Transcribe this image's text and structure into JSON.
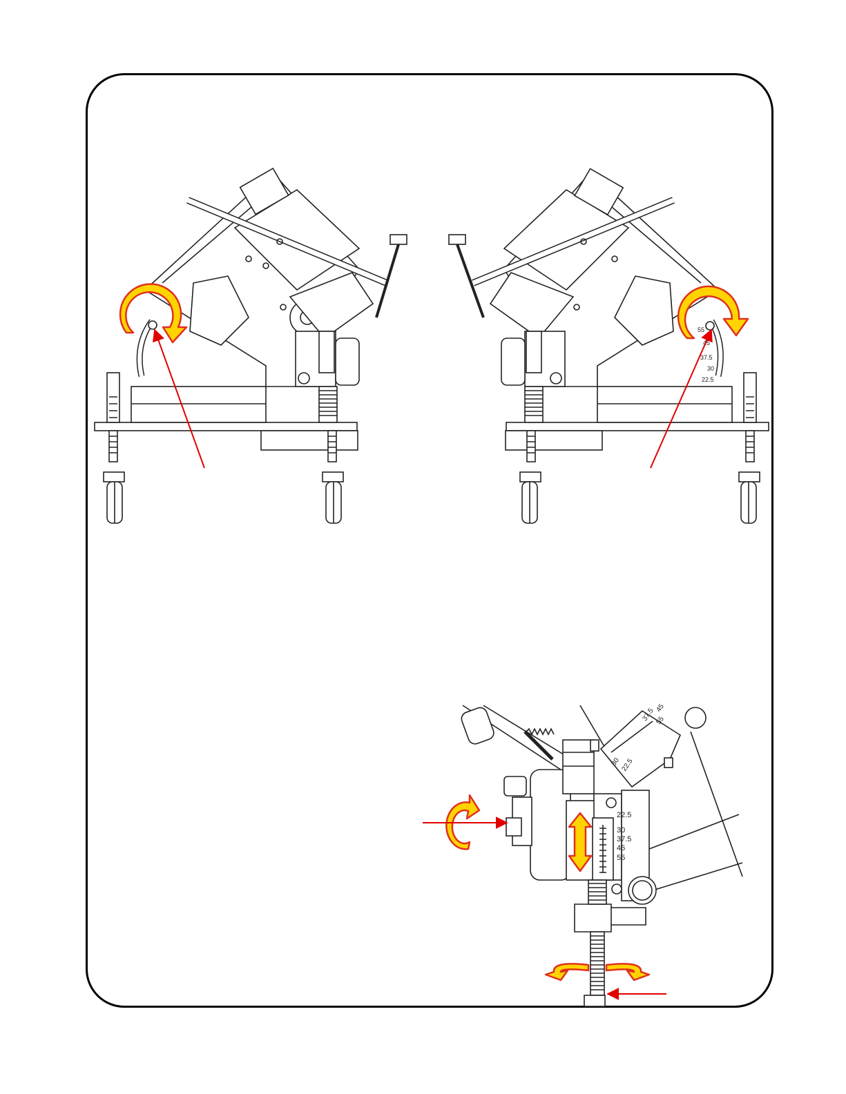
{
  "colors": {
    "arrow_fill": "#ffd400",
    "arrow_stroke": "#e0301e",
    "pointer": "#e00000",
    "line": "#222222"
  },
  "right_view_scale": [
    "55",
    "45",
    "37.5",
    "30",
    "22.5"
  ],
  "detail_head_labels": [
    "37.5",
    "45",
    "55",
    "30",
    "22.5"
  ],
  "detail_scale": [
    "22.5",
    "30",
    "37.5",
    "45",
    "55"
  ]
}
